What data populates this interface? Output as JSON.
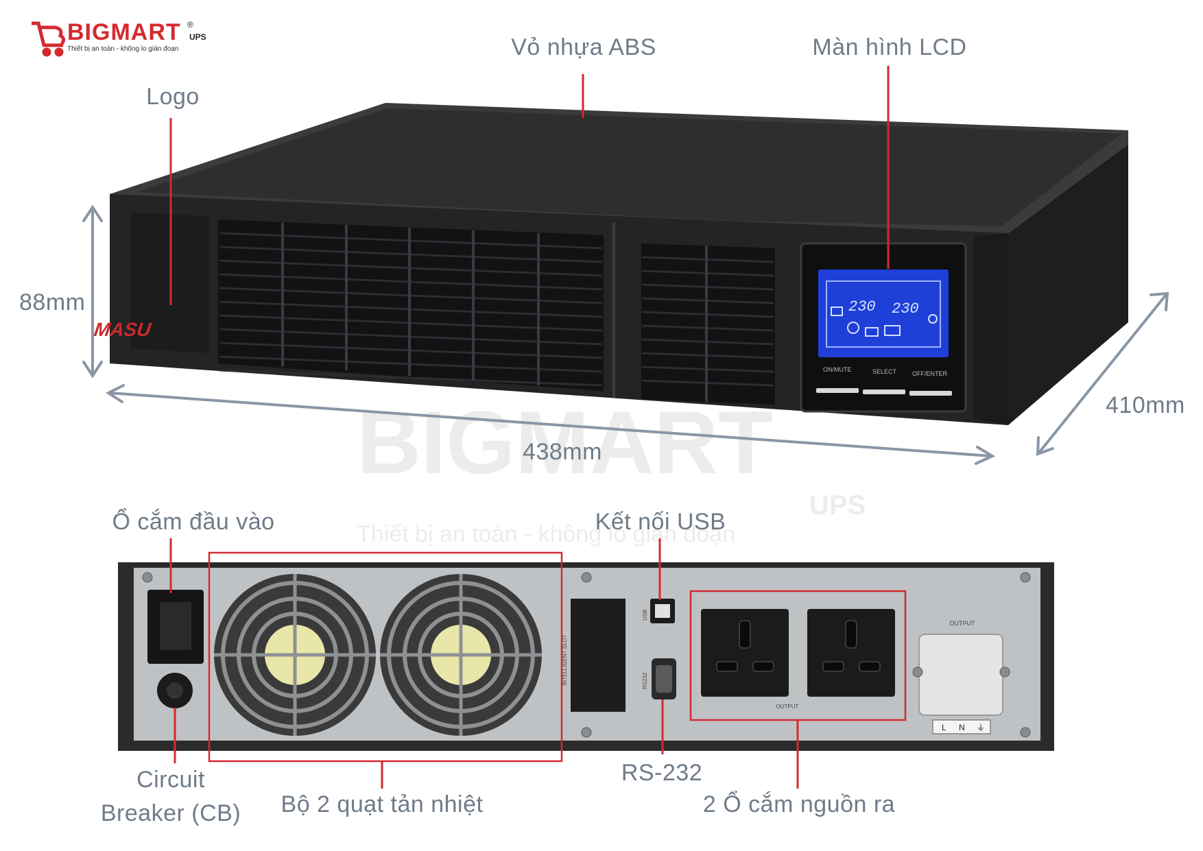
{
  "brand": {
    "name": "BIGMART",
    "registered": "®",
    "suffix": "UPS",
    "tagline": "Thiết bị an toàn - không lo gián đoạn",
    "primary_color": "#d42a2f"
  },
  "device": {
    "front_logo_text": "MASU",
    "lcd_readout_left": "230",
    "lcd_readout_right": "230",
    "lcd_color": "#1f3fd9",
    "button_labels": [
      "ON/MUTE",
      "SELECT",
      "OFF/ENTER"
    ],
    "rear_port_labels": {
      "usb": "USB",
      "rs232": "RS232",
      "slot": "INTELLIGENT SLOT",
      "output": "OUTPUT",
      "output_group": "OUTPUT",
      "terminal": [
        "L",
        "N",
        "⏚"
      ]
    }
  },
  "labels": {
    "shell": "Vỏ nhựa ABS",
    "lcd": "Màn hình LCD",
    "logo": "Logo",
    "height": "88mm",
    "width": "438mm",
    "depth": "410mm",
    "input_socket": "Ổ cắm đầu vào",
    "usb": "Kết nối USB",
    "breaker_line1": "Circuit",
    "breaker_line2": "Breaker (CB)",
    "fans": "Bộ 2 quạt tản nhiệt",
    "rs232": "RS-232",
    "output_sockets": "2 Ổ cắm nguồn ra"
  },
  "colors": {
    "callout_line": "#d42a2f",
    "dimension_arrow": "#8a96a6",
    "label_text": "#6f7b88",
    "highlight_box": "#d42a2f"
  }
}
